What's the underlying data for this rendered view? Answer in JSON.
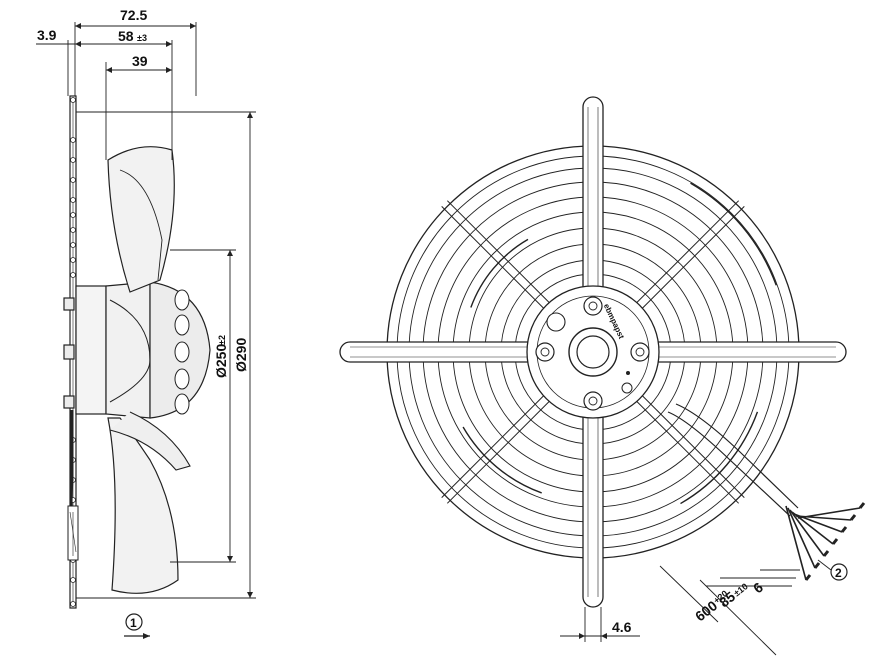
{
  "dimensions": {
    "overall_depth": "72.5",
    "flange_thickness": "3.9",
    "depth_58": "58",
    "depth_58_tol": "±3",
    "depth_39": "39",
    "impeller_dia": "Ø250",
    "impeller_dia_tol": "±2",
    "guard_dia": "Ø290",
    "rod_thickness": "4.6",
    "cable_600": "600",
    "cable_600_tol": "+20",
    "cable_85": "85",
    "cable_85_tol": "±10",
    "cable_6": "6"
  },
  "callouts": {
    "airflow_marker": "1",
    "cable_marker": "2"
  },
  "logo_text": "ebmpapst"
}
